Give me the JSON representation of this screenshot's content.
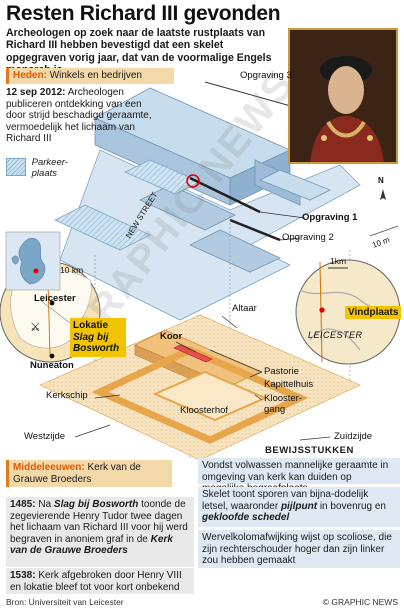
{
  "header": {
    "title": "Resten Richard III gevonden",
    "intro": "Archeologen op zoek naar de laatste rustplaats van Richard III hebben bevestigd dat een skelet opgegraven vorig jaar, dat van de voormalige Engels monarch is"
  },
  "legend": {
    "heden_key": "Heden:",
    "heden_value": "Winkels en bedrijven",
    "park_label_1": "Parkeer-",
    "park_label_2": "plaats",
    "middel_key": "Middeleeuwen:",
    "middel_value": "Kerk van de Grauwe Broeders"
  },
  "event": {
    "date": "12 sep 2012:",
    "text": "Archeologen publiceren ontdekking van een door strijd beschadigd geraamte, vermoedelijk het lichaam van Richard III"
  },
  "map_labels": {
    "opgraving3": "Opgraving 3",
    "opgraving1": "Opgraving 1",
    "opgraving2": "Opgraving 2",
    "new_street": "NEW STREET",
    "scale_m": "10 m",
    "north": "N",
    "altaar": "Altaar",
    "koor": "Koor",
    "pastorie": "Pastorie",
    "kapittelhuis": "Kapittelhuis",
    "kloostergang_1": "Klooster-",
    "kloostergang_2": "gang",
    "kloosterhof": "Kloosterhof",
    "kerkschip": "Kerkschip",
    "westzijde": "Westzijde",
    "zuidzijde": "Zuidzijde"
  },
  "inset_left": {
    "scale": "10 km",
    "leicester": "Leicester",
    "nuneaton": "Nuneaton",
    "lokatie_1": "Lokatie",
    "lokatie_2": "Slag bij",
    "lokatie_3": "Bosworth"
  },
  "inset_right": {
    "scale": "1km",
    "vindplaats": "Vindplaats",
    "leicester": "LEICESTER"
  },
  "bewijs": {
    "heading": "BEWIJSSTUKKEN",
    "item1": "Vondst volwassen mannelijke geraamte in omgeving van kerk kan duiden op mogelijke begraafplaats",
    "item2_a": "Skelet toont sporen van bijna-dodelijk letsel, waaronder ",
    "item2_b": "pijlpunt",
    "item2_c": " in bovenrug en ",
    "item2_d": "gekloofde schedel",
    "item3": "Wervelkolomafwijking wijst op scoliose, die zijn rechterschouder hoger dan zijn linker zou hebben gemaakt"
  },
  "history": {
    "h1_year": "1485:",
    "h1_a": " Na ",
    "h1_b": "Slag bij Bosworth",
    "h1_c": " toonde de zegevierende Henry Tudor twee dagen het lichaam van Richard III voor hij werd begraven in anoniem graf in de ",
    "h1_d": "Kerk van de Grauwe Broeders",
    "h2_year": "1538:",
    "h2_text": " Kerk afgebroken door Henry VIII en lokatie bleef tot voor kort onbekend"
  },
  "footer": {
    "source": "Bron: Universiteit van Leicester",
    "credit": "© GRAPHIC NEWS"
  },
  "watermark": "GRAPHIC NEWS",
  "colors": {
    "accent_orange": "#e05a00",
    "legend_tan": "#f3d9a8",
    "highlight_yellow": "#f2c400",
    "building_blue": "#b9d0e4",
    "church_tan": "#efc27e",
    "evidence_blue": "#dfe9f3"
  }
}
